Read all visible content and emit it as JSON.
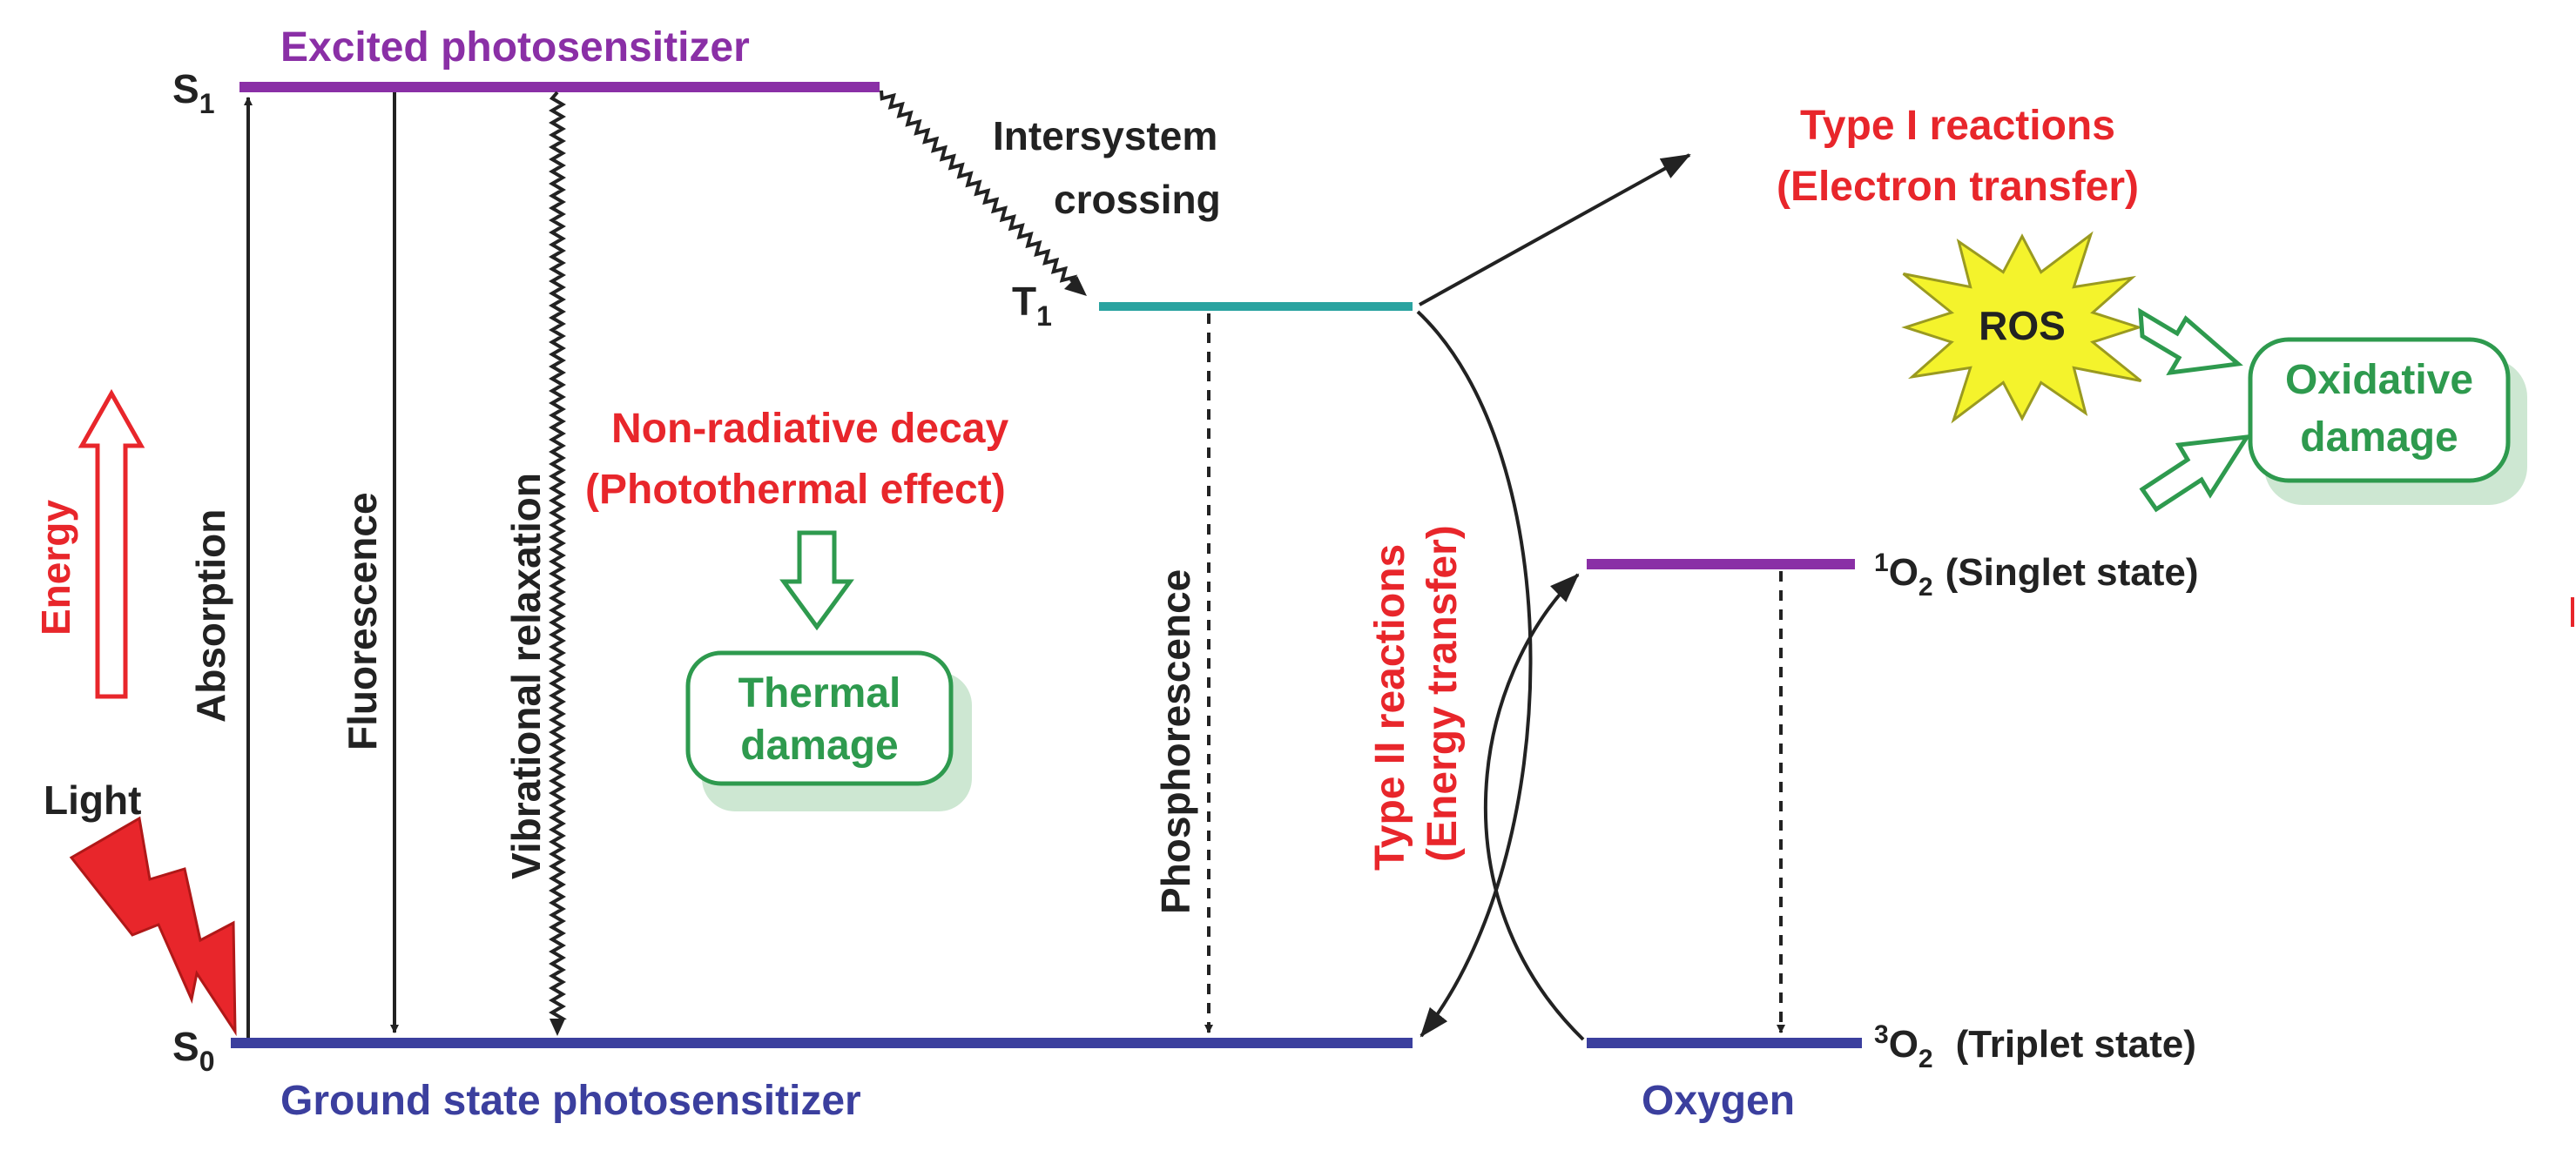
{
  "header": {
    "excited_title": "Excited photosensitizer",
    "ground_title": "Ground state photosensitizer",
    "oxygen_title": "Oxygen"
  },
  "levels": {
    "s1_main": "S",
    "s1_sub": "1",
    "s0_main": "S",
    "s0_sub": "0",
    "t1_main": "T",
    "t1_sub": "1",
    "singlet_sup": "1",
    "singlet_main": "O",
    "singlet_sub": "2",
    "singlet_desc": "(Singlet state)",
    "triplet_sup": "3",
    "triplet_main": "O",
    "triplet_sub": "2",
    "triplet_desc": "(Triplet state)"
  },
  "processes": {
    "energy": "Energy",
    "light": "Light",
    "absorption": "Absorption",
    "fluorescence": "Fluorescence",
    "vibrational": "Vibrational relaxation",
    "isc_line1": "Intersystem",
    "isc_line2": "crossing",
    "nonrad_line1": "Non-radiative decay",
    "nonrad_line2": "(Photothermal effect)",
    "thermal_line1": "Thermal",
    "thermal_line2": "damage",
    "phosphorescence": "Phosphorescence",
    "type2_line1": "Type II reactions",
    "type2_line2": "(Energy transfer)",
    "type1_line1": "Type I reactions",
    "type1_line2": "(Electron transfer)",
    "ros": "ROS",
    "oxidative_line1": "Oxidative",
    "oxidative_line2": "damage"
  },
  "colors": {
    "excited_level": "#8a2fa6",
    "triplet_level": "#2aa3a0",
    "ground_level": "#3b3f9e",
    "reaction_text": "#e8262b",
    "damage_text": "#2e9a4e",
    "ros_fill": "#f4f32c",
    "line": "#222222"
  }
}
